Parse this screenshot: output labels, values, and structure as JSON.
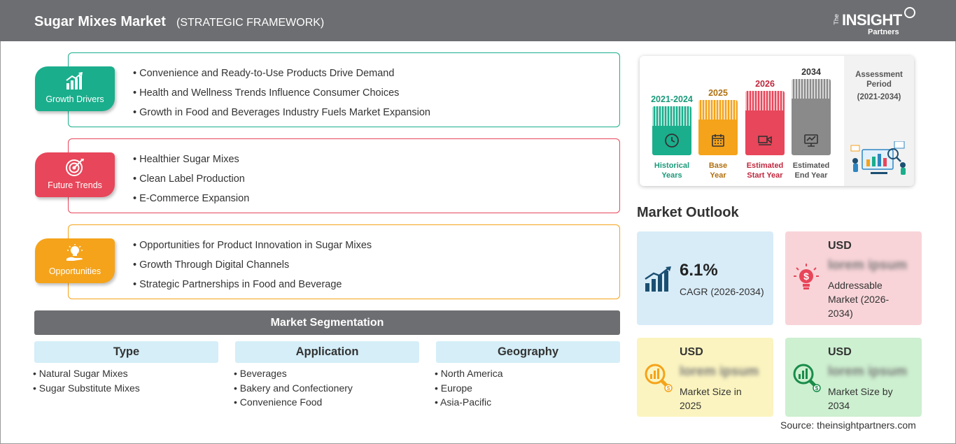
{
  "header": {
    "title": "Sugar Mixes Market",
    "subtitle": "(STRATEGIC FRAMEWORK)",
    "logo": {
      "the": "The",
      "insight": "INSIGHT",
      "partners": "Partners"
    }
  },
  "framework": {
    "growth_drivers": {
      "label": "Growth Drivers",
      "color": "#1aae8c",
      "items": [
        "Convenience and Ready-to-Use Products Drive Demand",
        "Health and Wellness Trends Influence Consumer Choices",
        "Growth in Food and Beverages Industry Fuels Market Expansion"
      ]
    },
    "future_trends": {
      "label": "Future Trends",
      "color": "#e8465a",
      "items": [
        "Healthier Sugar Mixes",
        "Clean Label Production",
        "E-Commerce Expansion"
      ]
    },
    "opportunities": {
      "label": "Opportunities",
      "color": "#f5a31a",
      "items": [
        "Opportunities for Product Innovation in Sugar Mixes",
        "Growth Through Digital Channels",
        "Strategic Partnerships in Food and Beverage"
      ]
    }
  },
  "segmentation": {
    "title": "Market Segmentation",
    "columns": [
      {
        "heading": "Type",
        "items": [
          "Natural Sugar Mixes",
          "Sugar Substitute Mixes"
        ]
      },
      {
        "heading": "Application",
        "items": [
          "Beverages",
          "Bakery and Confectionery",
          "Convenience Food"
        ]
      },
      {
        "heading": "Geography",
        "items": [
          "North America",
          "Europe",
          "Asia-Pacific"
        ]
      }
    ]
  },
  "timeline": {
    "periods": [
      {
        "year": "2021-2024",
        "name_line1": "Historical",
        "name_line2": "Years",
        "color": "#1aae8c",
        "text_color": "#1a9a7a",
        "level": 0.55
      },
      {
        "year": "2025",
        "name_line1": "Base",
        "name_line2": "Year",
        "color": "#f5a31a",
        "text_color": "#b07010",
        "level": 0.62
      },
      {
        "year": "2026",
        "name_line1": "Estimated",
        "name_line2": "Start Year",
        "color": "#e8465a",
        "text_color": "#c0283e",
        "level": 0.72
      },
      {
        "year": "2034",
        "name_line1": "Estimated",
        "name_line2": "End Year",
        "color": "#8a8a8a",
        "text_color": "#555555",
        "level": 0.85
      }
    ],
    "assessment_label": "Assessment Period",
    "assessment_range": "(2021-2034)"
  },
  "outlook": {
    "title": "Market Outlook",
    "cagr": {
      "value": "6.1%",
      "label": "CAGR (2026-2034)",
      "color": "#d8ecf8"
    },
    "addressable": {
      "currency": "USD",
      "value": "lorem ipsum",
      "line1": "Addressable",
      "line2": "Market (2026-",
      "line3": "2034)",
      "color": "#f8d4d8"
    },
    "size_2025": {
      "currency": "USD",
      "value": "lorem ipsum",
      "line1": "Market Size in",
      "line2": "2025",
      "color": "#fbf4c0"
    },
    "size_2034": {
      "currency": "USD",
      "value": "lorem ipsum",
      "line1": "Market Size by",
      "line2": "2034",
      "color": "#cdf0d0"
    }
  },
  "source": "Source: theinsightpartners.com"
}
